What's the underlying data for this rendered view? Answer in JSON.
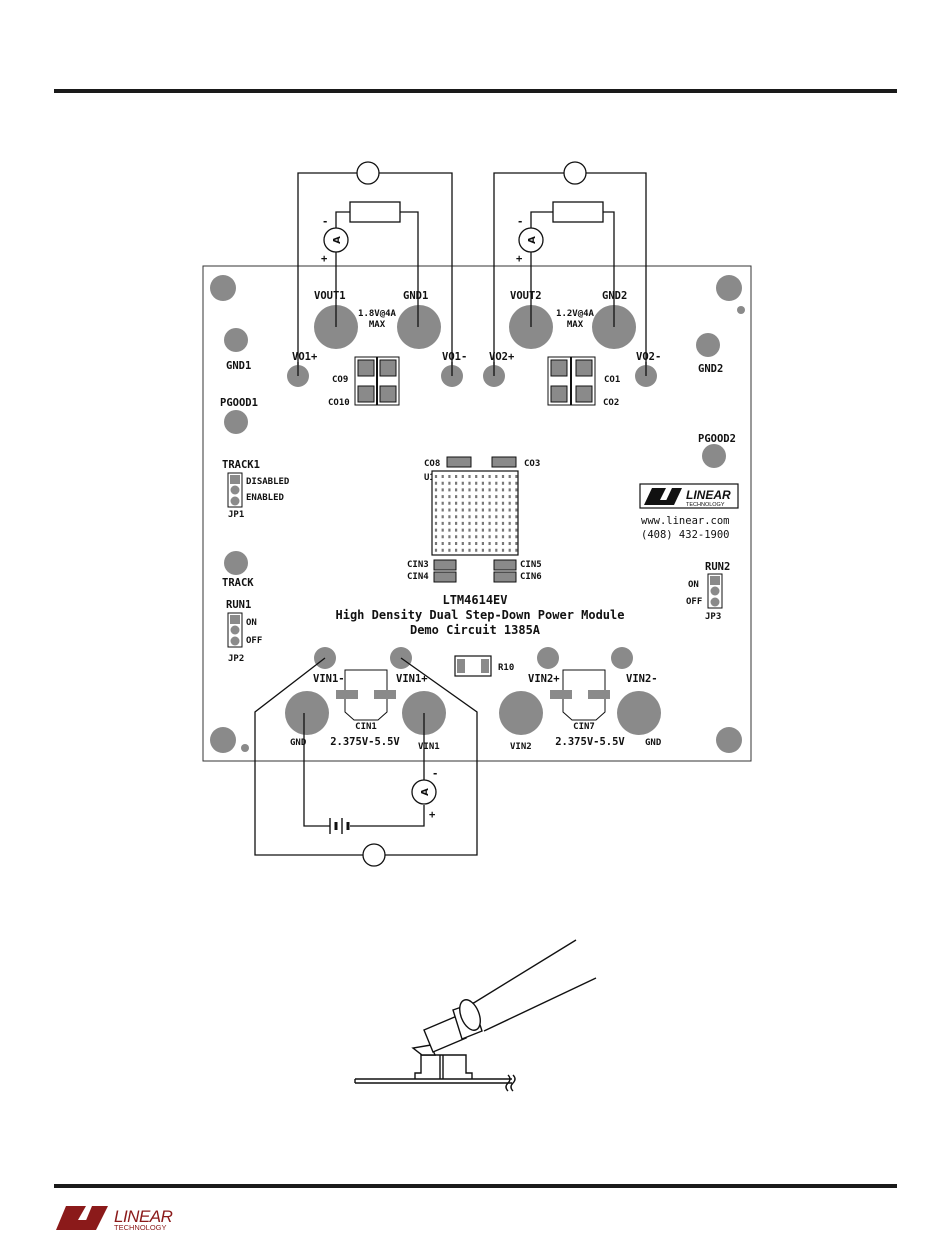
{
  "board": {
    "vout1": "VOUT1",
    "gnd1_top": "GND1",
    "vout1_rating": "1.8V@4A",
    "max1": "MAX",
    "vout2": "VOUT2",
    "gnd2_top": "GND2",
    "vout2_rating": "1.2V@4A",
    "max2": "MAX",
    "vo1_plus": "VO1+",
    "vo1_minus": "VO1-",
    "vo2_plus": "VO2+",
    "vo2_minus": "VO2-",
    "gnd1_side": "GND1",
    "gnd2_side": "GND2",
    "co9": "CO9",
    "co10": "CO10",
    "co1": "CO1",
    "co2": "CO2",
    "pgood1": "PGOOD1",
    "pgood2": "PGOOD2",
    "track1": "TRACK1",
    "disabled": "DISABLED",
    "enabled": "ENABLED",
    "jp1": "JP1",
    "co8": "CO8",
    "co3": "CO3",
    "u1": "U1",
    "cin3": "CIN3",
    "cin4": "CIN4",
    "cin5": "CIN5",
    "cin6": "CIN6",
    "track": "TRACK",
    "run1": "RUN1",
    "on1": "ON",
    "off1": "OFF",
    "jp2": "JP2",
    "run2": "RUN2",
    "on2": "ON",
    "off2": "OFF",
    "jp3": "JP3",
    "model": "LTM4614EV",
    "description": "High Density Dual Step-Down Power Module",
    "demo": "Demo Circuit 1385A",
    "r10": "R10",
    "vin1_minus": "VIN1-",
    "vin1_plus": "VIN1+",
    "vin2_plus": "VIN2+",
    "vin2_minus": "VIN2-",
    "gnd_left": "GND",
    "vin1": "VIN1",
    "vin2": "VIN2",
    "gnd_right": "GND",
    "cin1": "CIN1",
    "cin7": "CIN7",
    "range1": "2.375V-5.5V",
    "range2": "2.375V-5.5V",
    "website": "www.linear.com",
    "phone": "(408) 432-1900",
    "brand_name": "LINEAR",
    "brand_sub": "TECHNOLOGY"
  },
  "meters": {
    "ammeter": "A",
    "minus": "-",
    "plus": "+"
  },
  "footer": {
    "brand_name": "LINEAR",
    "brand_sub": "TECHNOLOGY"
  },
  "colors": {
    "pad": "#8a8a8a",
    "line": "#111111",
    "logo": "#8b1a1a"
  }
}
